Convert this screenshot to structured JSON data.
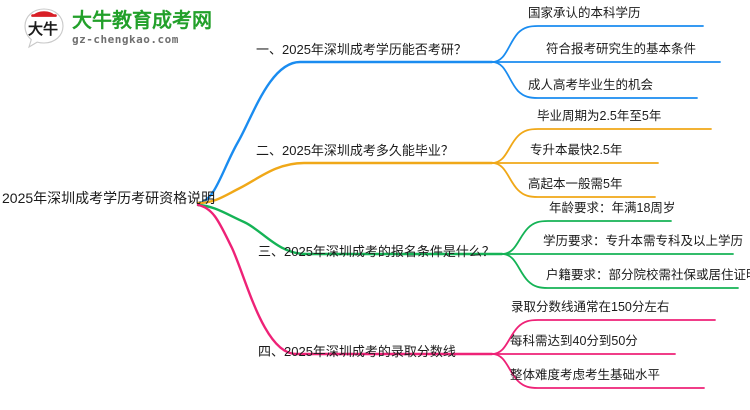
{
  "logo": {
    "mark_text": "大牛",
    "title": "大牛教育成考网",
    "domain": "gz-chengkao.com",
    "title_color": "#22a02a",
    "mark_color": "#d81f26"
  },
  "mindmap": {
    "root": {
      "label": "2025年深圳成考学历考研资格说明"
    },
    "branches": [
      {
        "label": "一、2025年深圳成考学历能否考研？",
        "color": "#1a8cf0",
        "children": [
          {
            "label": "国家承认的本科学历"
          },
          {
            "label": "符合报考研究生的基本条件"
          },
          {
            "label": "成人高考毕业生的机会"
          }
        ]
      },
      {
        "label": "二、2025年深圳成考多久能毕业？",
        "color": "#f0a818",
        "children": [
          {
            "label": "毕业周期为2.5年至5年"
          },
          {
            "label": "专升本最快2.5年"
          },
          {
            "label": "高起本一般需5年"
          }
        ]
      },
      {
        "label": "三、2025年深圳成考的报名条件是什么？",
        "color": "#15b356",
        "children": [
          {
            "label": "年龄要求：年满18周岁"
          },
          {
            "label": "学历要求：专升本需专科及以上学历"
          },
          {
            "label": "户籍要求：部分院校需社保或居住证明"
          }
        ]
      },
      {
        "label": "四、2025年深圳成考的录取分数线",
        "color": "#ee2277",
        "children": [
          {
            "label": "录取分数线通常在150分左右"
          },
          {
            "label": "每科需达到40分到50分"
          },
          {
            "label": "整体难度考虑考生基础水平"
          }
        ]
      }
    ]
  }
}
